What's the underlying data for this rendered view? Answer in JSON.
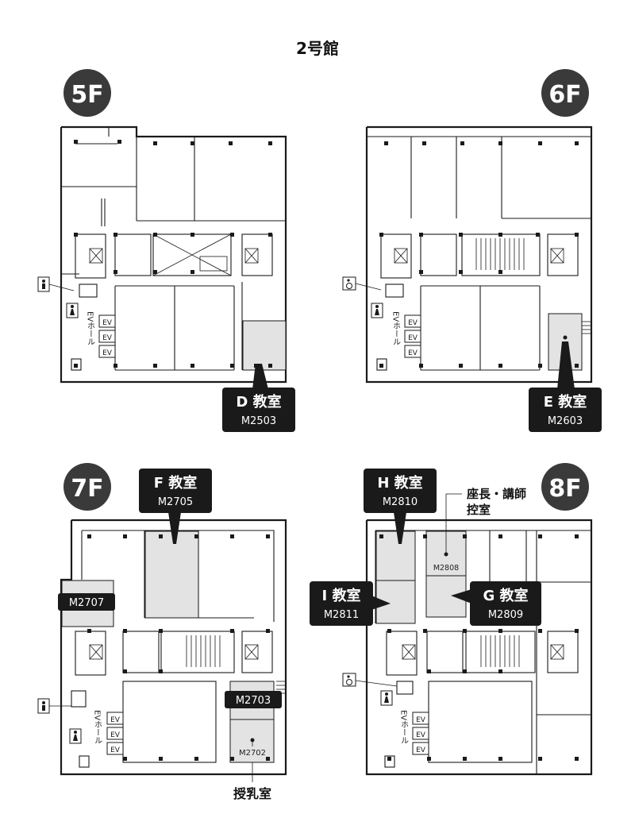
{
  "title": "2号館",
  "floors": {
    "f5": {
      "badge": "5F"
    },
    "f6": {
      "badge": "6F"
    },
    "f7": {
      "badge": "7F"
    },
    "f8": {
      "badge": "8F"
    }
  },
  "ev": {
    "hall": "EVホール",
    "car": "EV"
  },
  "rooms": {
    "d": {
      "name": "D 教室",
      "code": "M2503"
    },
    "e": {
      "name": "E 教室",
      "code": "M2603"
    },
    "f": {
      "name": "F 教室",
      "code": "M2705"
    },
    "m2707": {
      "code": "M2707"
    },
    "m2703": {
      "code": "M2703"
    },
    "m2702": {
      "code": "M2702",
      "name": "授乳室"
    },
    "h": {
      "name": "H 教室",
      "code": "M2810"
    },
    "i": {
      "name": "I 教室",
      "code": "M2811"
    },
    "g": {
      "name": "G 教室",
      "code": "M2809"
    },
    "m2808": {
      "code": "M2808",
      "name_line1": "座長・講師",
      "name_line2": "控室"
    }
  },
  "icons": [
    "restroom-male-icon",
    "restroom-female-icon",
    "wheelchair-icon",
    "elevator-icon",
    "stairs-icon"
  ],
  "colors": {
    "badge": "#3a3a3a",
    "highlight": "#e3e3e3",
    "ink": "#1a1a1a"
  }
}
